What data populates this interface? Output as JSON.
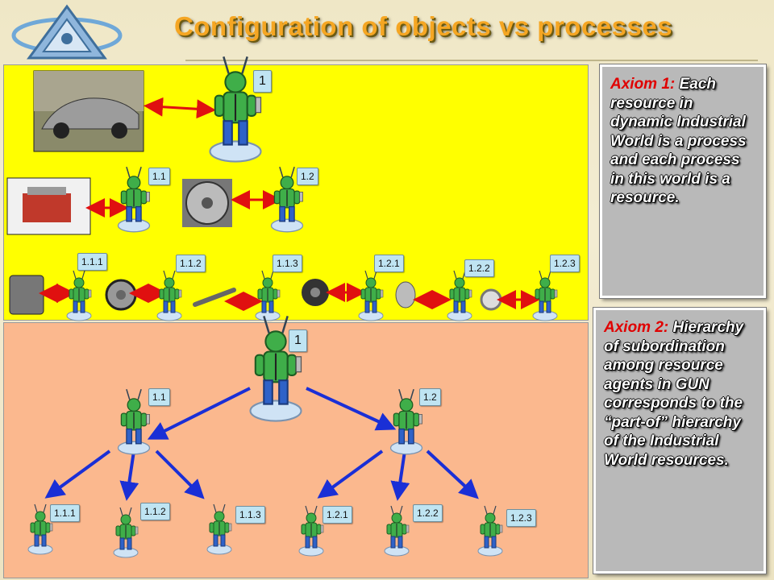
{
  "slide": {
    "title": "Configuration of objects vs processes",
    "axiom1": {
      "head": "Axiom 1:",
      "body": " Each resource in dynamic Industrial World is a process and each process in this world is a resource."
    },
    "axiom2": {
      "head": "Axiom 2:",
      "body": " Hierarchy of subordination among resource agents in GUN corresponds to the “part-of” hierarchy of the Industrial World resources."
    }
  },
  "top_labels": {
    "l1": "1",
    "l11": "1.1",
    "l12": "1.2",
    "l111": "1.1.1",
    "l112": "1.1.2",
    "l113": "1.1.3",
    "l121": "1.2.1",
    "l122": "1.2.2",
    "l123": "1.2.3"
  },
  "bottom_labels": {
    "l1": "1",
    "l11": "1.1",
    "l12": "1.2",
    "l111": "1.1.1",
    "l112": "1.1.2",
    "l113": "1.1.3",
    "l121": "1.2.1",
    "l122": "1.2.2",
    "l123": "1.2.3"
  },
  "colors": {
    "top_panel": "#ffff00",
    "bottom_panel": "#fbb88e",
    "red_arrow": "#e01010",
    "blue_arrow": "#1a2fd6",
    "title": "#f5a623"
  }
}
